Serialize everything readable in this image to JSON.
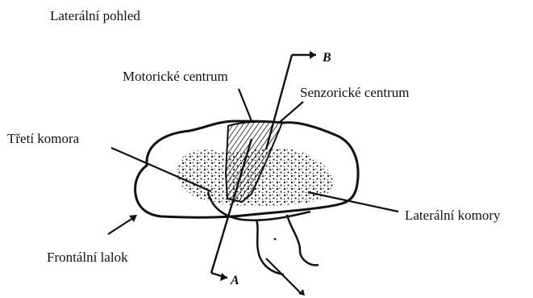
{
  "title": "Laterální pohled",
  "labels": {
    "motor_center": "Motorické centrum",
    "sensory_center": "Senzorické centrum",
    "third_ventricle": "Třetí komora",
    "lateral_ventricles": "Laterální komory",
    "frontal_lobe": "Frontální lalok"
  },
  "axis_letters": {
    "b": "B",
    "a": "A"
  },
  "colors": {
    "ink": "#111111",
    "background": "#ffffff"
  }
}
